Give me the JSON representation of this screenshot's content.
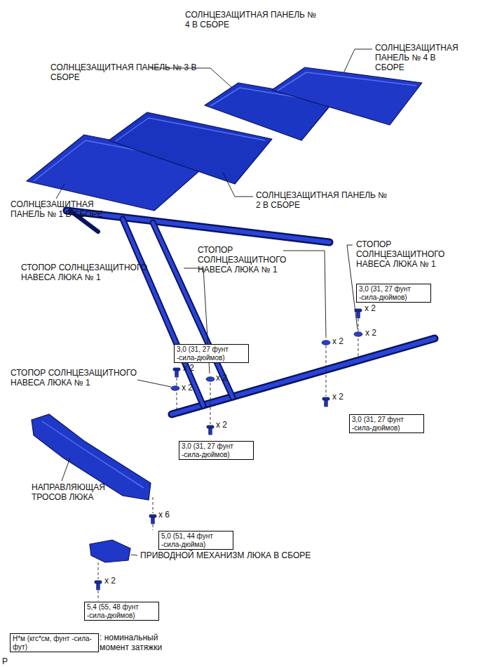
{
  "diagram": {
    "nodes": [
      {
        "text": [
          "3,0 (31, 27 фунт -сила-дюймов)"
        ]
      },
      {
        "text": [
          "3,0 (31, 27 фунт -сила-дюймов)"
        ]
      },
      {
        "text": [
          "3,0 (31, 27 фунт -сила-дюймов)"
        ]
      },
      {
        "text": [
          "3,0 (31, 27 фунт -сила-дюймов)"
        ]
      },
      {
        "text": [
          "5,0 (51, 44 фунт -сила-дюйма)"
        ]
      },
      {
        "text": [
          "5,4 (55, 48 фунт -сила-дюймов)"
        ]
      },
      {
        "text": [
          "Н*м (кгс*см, фунт -сила-фут)"
        ]
      }
    ],
    "labels": [
      "СОЛНЦЕЗАЩИТНАЯ ПАНЕЛЬ № 4 В СБОРЕ",
      "СОЛНЦЕЗАЩИТНАЯ ПАНЕЛЬ № 3 В СБОРЕ",
      "СОЛНЦЕЗАЩИТНАЯ ПАНЕЛЬ № 4 В СБОРЕ",
      "СОЛНЦЕЗАЩИТНАЯ ПАНЕЛЬ № 1 В СБОРЕ",
      "СОЛНЦЕЗАЩИТНАЯ ПАНЕЛЬ № 2 В СБОРЕ",
      "СТОПОР СОЛНЦЕЗАЩИТНОГО НАВЕСА ЛЮКА № 1",
      "СТОПОР СОЛНЦЕЗАЩИТНОГО НАВЕСА ЛЮКА № 1",
      "СТОПОР СОЛНЦЕЗАЩИТНОГО НАВЕСА ЛЮКА № 1",
      "СТОПОР СОЛНЦЕЗАЩИТНОГО НАВЕСА ЛЮКА № 1",
      "НАПРАВЛЯЮЩАЯ ТРОСОВ ЛЮКА",
      "ПРИВОДНОЙ МЕХАНИЗМ ЛЮКА В СБОРЕ",
      "x 2",
      "x 2",
      "x 2",
      "x 2",
      "x 2",
      "x 2",
      "x 2",
      "x 2",
      "x 6",
      "x 2",
      ": номинальный момент затяжки",
      "P"
    ]
  }
}
